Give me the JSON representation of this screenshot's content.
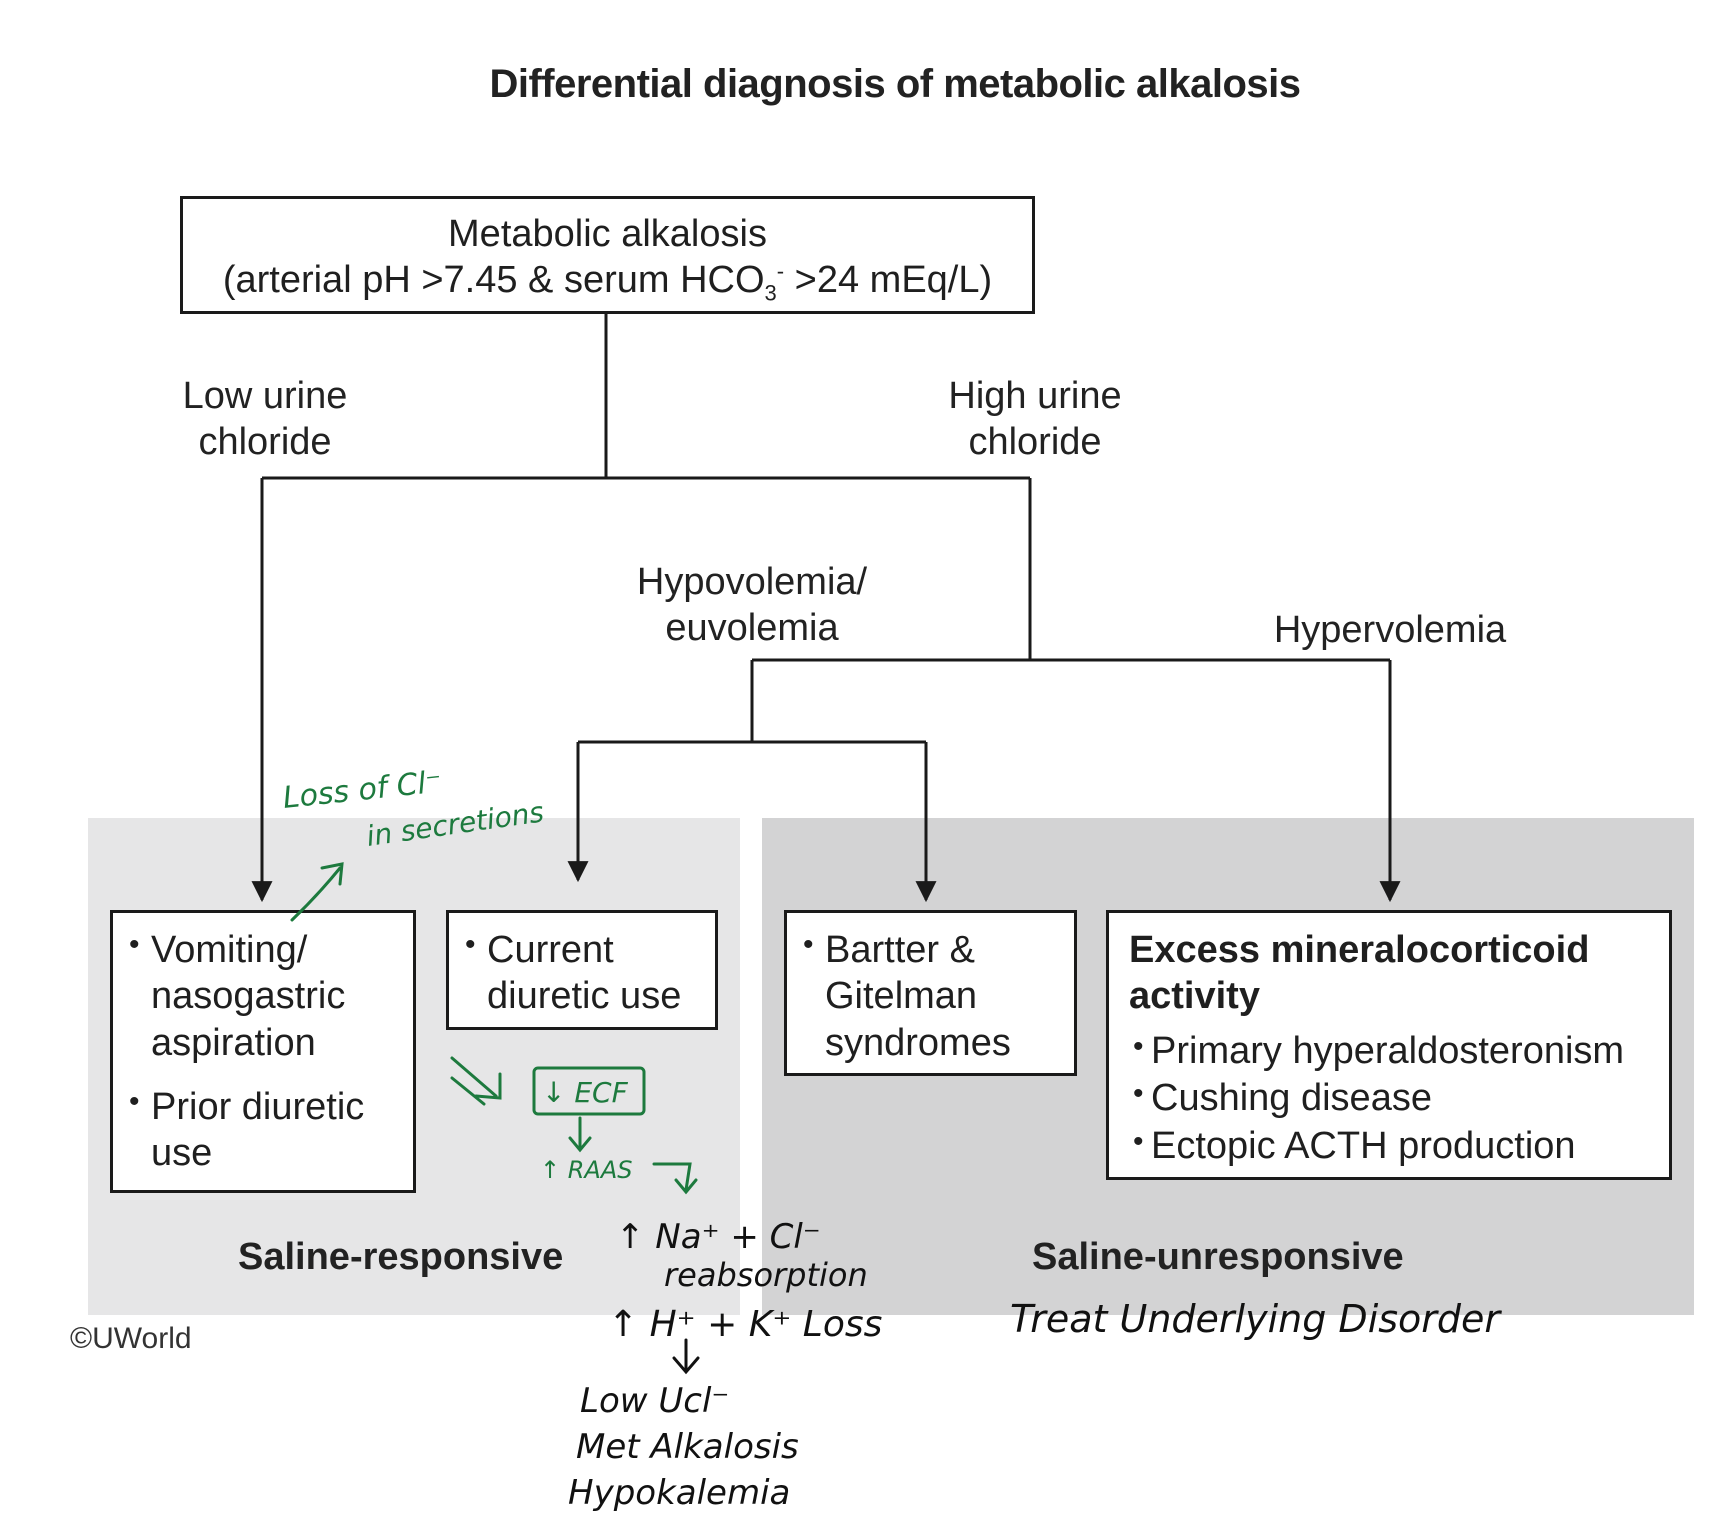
{
  "title": "Differential diagnosis of metabolic alkalosis",
  "root": {
    "line1": "Metabolic alkalosis",
    "line2_pre": "(arterial pH >7.45 & serum HCO",
    "line2_sub": "3",
    "line2_sup": "-",
    "line2_post": " >24 mEq/L)"
  },
  "branches": {
    "low_chloride": [
      "Low urine",
      "chloride"
    ],
    "high_chloride": [
      "High urine",
      "chloride"
    ],
    "hypovolemia": [
      "Hypovolemia/",
      "euvolemia"
    ],
    "hypervolemia": "Hypervolemia"
  },
  "boxes": {
    "vomiting": [
      "Vomiting/ nasogastric aspiration",
      "Prior diuretic use"
    ],
    "current_diuretic": [
      "Current diuretic use"
    ],
    "bartter": [
      "Bartter & Gitelman syndromes"
    ],
    "mineralocorticoid": {
      "heading": "Excess mineralocorticoid activity",
      "items": [
        "Primary hyperaldosteronism",
        "Cushing disease",
        "Ectopic ACTH production"
      ]
    }
  },
  "panels": {
    "left_label": "Saline-responsive",
    "right_label": "Saline-unresponsive"
  },
  "copyright": "©UWorld",
  "handwritten": {
    "loss_cl_1": "Loss of Cl⁻",
    "loss_cl_2": "in secretions",
    "ecf": "↓ ECF",
    "raas": "↑ RAAS",
    "reabs_1": "↑ Na⁺ + Cl⁻",
    "reabs_2": "reabsorption",
    "loss_hk": "↑ H⁺ + K⁺ Loss",
    "low_ucl": "Low Ucl⁻",
    "met_alk": "Met Alkalosis",
    "hypok": "Hypokalemia",
    "treat": "Treat Underlying Disorder"
  },
  "colors": {
    "ink_green": "#1d7a3e",
    "ink_black": "#111111",
    "panel_light": "#e6e6e7",
    "panel_dark": "#d3d3d4"
  }
}
